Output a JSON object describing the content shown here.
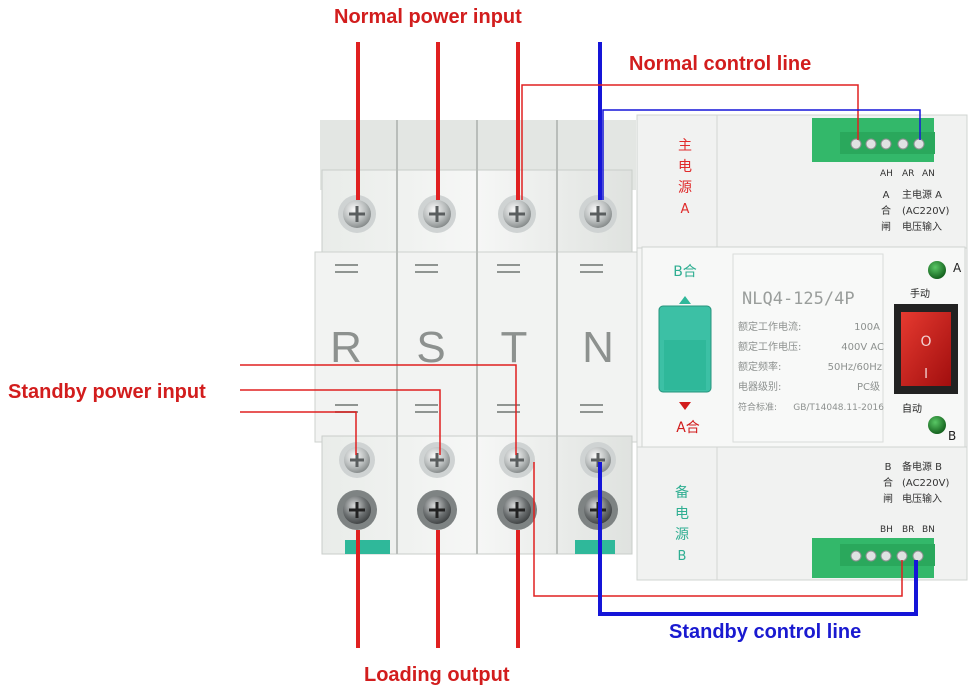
{
  "labels": {
    "normal_power_input": "Normal power input",
    "normal_control_line": "Normal control line",
    "standby_power_input": "Standby power input",
    "standby_control_line": "Standby control line",
    "loading_output": "Loading output"
  },
  "poles": [
    "R",
    "S",
    "T",
    "N"
  ],
  "module": {
    "top_vertical": [
      "主",
      "电",
      "源",
      "A"
    ],
    "bottom_vertical": [
      "备",
      "电",
      "源",
      "B"
    ],
    "top_terminals": [
      "AH",
      "AR",
      "AN"
    ],
    "top_info_left": [
      "A",
      "合",
      "闸"
    ],
    "top_info_right": [
      "主电源 A",
      "(AC220V)",
      "电压输入"
    ],
    "bottom_info_left": [
      "B",
      "合",
      "闸"
    ],
    "bottom_info_right": [
      "备电源 B",
      "(AC220V)",
      "电压输入"
    ],
    "bottom_terminals": [
      "BH",
      "BR",
      "BN"
    ],
    "model": "NLQ4-125/4P",
    "specs": [
      {
        "k": "额定工作电流:",
        "v": "100A"
      },
      {
        "k": "额定工作电压:",
        "v": "400V AC"
      },
      {
        "k": "额定频率:",
        "v": "50Hz/60Hz"
      },
      {
        "k": "电器级别:",
        "v": "PC级"
      },
      {
        "k": "符合标准:",
        "v": "GB/T14048.11-2016"
      }
    ],
    "lever_top": "B合",
    "lever_bottom": "A合",
    "manual": "手动",
    "auto": "自动",
    "switch_on": "O",
    "switch_off": "I",
    "led_a": "A",
    "led_b": "B"
  },
  "colors": {
    "red_label": "#d21d1d",
    "blue_label": "#1a1ad0",
    "red_wire": "#e02020",
    "blue_wire": "#1515d8",
    "teal": "#2fb89a",
    "terminal_green": "#33b86a",
    "switch_red": "#d42020",
    "led_green": "#1f8a2a"
  }
}
